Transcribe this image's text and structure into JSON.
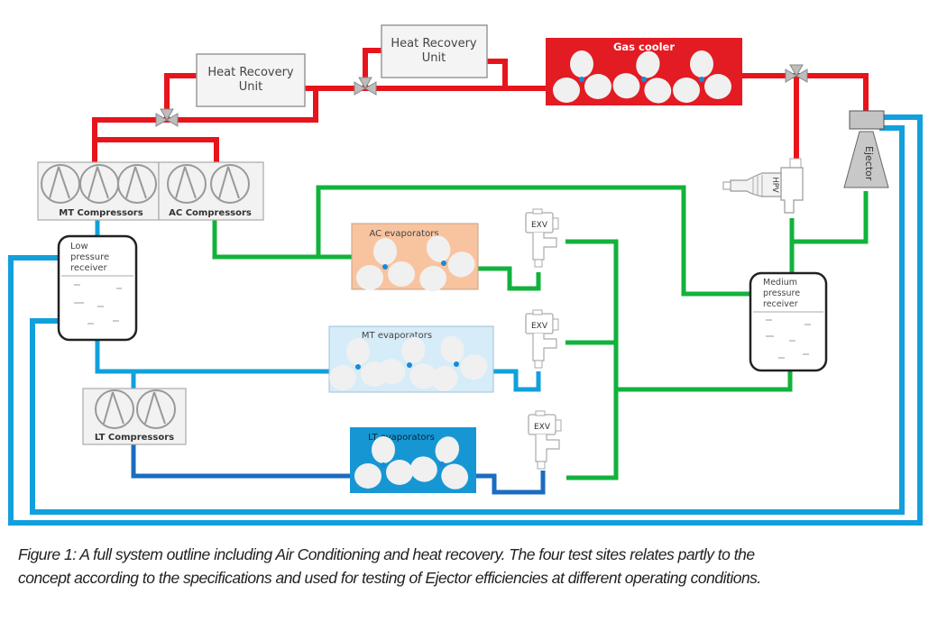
{
  "diagram": {
    "colors": {
      "hot_gas": "#e8141c",
      "medium_pressure": "#12b23c",
      "low_pressure": "#12a0dc",
      "lt_line": "#1a6cc0",
      "gas_cooler_fill": "#e31b23",
      "ac_evap_fill": "#f8c4a0",
      "mt_evap_fill": "#d6ecf8",
      "lt_evap_fill": "#1697d4",
      "compressor_fill": "#f2f2f2",
      "valve_fill": "#c8c8c8"
    },
    "components": {
      "heat_recovery_unit_1": "Heat Recovery\nUnit",
      "heat_recovery_unit_1_line1": "Heat Recovery",
      "heat_recovery_unit_1_line2": "Unit",
      "heat_recovery_unit_2_line1": "Heat Recovery",
      "heat_recovery_unit_2_line2": "Unit",
      "gas_cooler": "Gas cooler",
      "mt_compressors": "MT Compressors",
      "ac_compressors": "AC Compressors",
      "lt_compressors": "LT Compressors",
      "low_pressure_receiver_line1": "Low",
      "low_pressure_receiver_line2": "pressure",
      "low_pressure_receiver_line3": "receiver",
      "medium_pressure_receiver_line1": "Medium",
      "medium_pressure_receiver_line2": "pressure",
      "medium_pressure_receiver_line3": "receiver",
      "ac_evaporators": "AC evaporators",
      "mt_evaporators": "MT evaporators",
      "lt_evaporators": "LT evaporators",
      "exv_1": "EXV",
      "exv_2": "EXV",
      "exv_3": "EXV",
      "hpv": "HPV",
      "ejector": "Ejector"
    }
  },
  "caption": {
    "line1": "Figure 1: A full system outline including Air Conditioning and heat recovery. The  four test sites relates  partly to the",
    "line2": "concept according to the specifications and used for testing of Ejector efficiencies at different operating conditions."
  }
}
